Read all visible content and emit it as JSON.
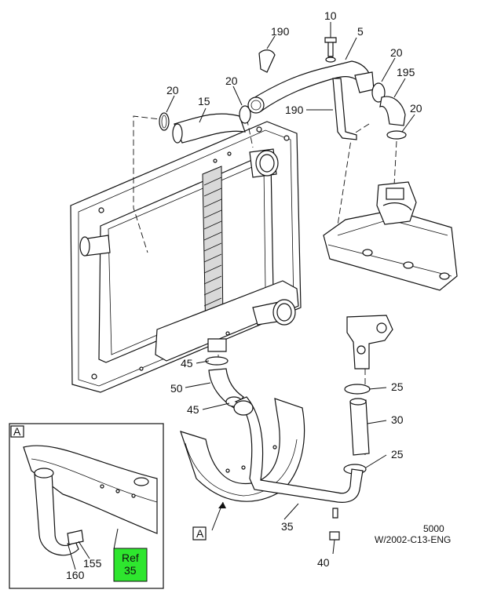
{
  "callouts": {
    "c10": "10",
    "c5": "5",
    "c190a": "190",
    "c20a": "20",
    "c20b": "20",
    "c20c": "20",
    "c195": "195",
    "c15": "15",
    "c190b": "190",
    "c20d": "20",
    "c45a": "45",
    "c50": "50",
    "c45b": "45",
    "c25a": "25",
    "c30": "30",
    "c25b": "25",
    "c35": "35",
    "c40": "40",
    "c155": "155",
    "c160": "160"
  },
  "view_marker": {
    "letter": "A",
    "inset_letter": "A"
  },
  "ref_box": {
    "line1": "Ref",
    "line2": "35",
    "color": "#2ee62e"
  },
  "footer": {
    "page_number": "5000",
    "drawing_id": "W/2002-C13-ENG"
  }
}
